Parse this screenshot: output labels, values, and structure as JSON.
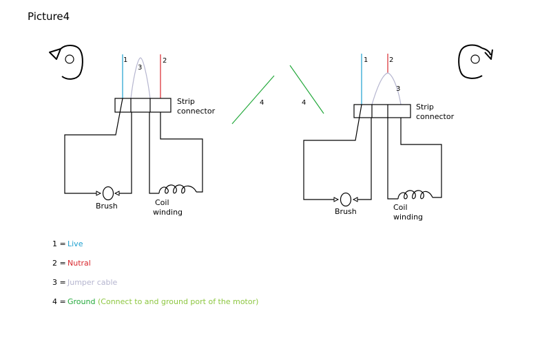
{
  "title": "Picture4",
  "colors": {
    "live": "#1b9fcf",
    "neutral": "#d8262c",
    "jumper": "#b5b5cf",
    "ground": "#22a83a",
    "ground_note": "#8cc63f",
    "wire": "#000000",
    "text": "#000000"
  },
  "diagram_left": {
    "rotation_icon": "counterclockwise-arrow-icon",
    "wire_labels": {
      "live": "1",
      "jumper": "3",
      "neutral": "2"
    },
    "connector_label": [
      "Strip",
      "connector"
    ],
    "brush_label": "Brush",
    "coil_label": [
      "Coil",
      "winding"
    ]
  },
  "diagram_right": {
    "rotation_icon": "clockwise-arrow-icon",
    "wire_labels": {
      "live": "1",
      "neutral": "2",
      "jumper": "3"
    },
    "connector_label": [
      "Strip",
      "connector"
    ],
    "brush_label": "Brush",
    "coil_label": [
      "Coil",
      "winding"
    ]
  },
  "ground_wires": {
    "left_label": "4",
    "right_label": "4"
  },
  "legend": [
    {
      "number": "1 =",
      "text": "Live",
      "color_key": "live"
    },
    {
      "number": "2 =",
      "text": "Nutral",
      "color_key": "neutral"
    },
    {
      "number": "3 =",
      "text": "Jumper cable",
      "color_key": "jumper"
    },
    {
      "number": "4 =",
      "text": "Ground",
      "color_key": "ground",
      "note": "(Connect to and ground port of the motor)",
      "note_color_key": "ground_note"
    }
  ]
}
